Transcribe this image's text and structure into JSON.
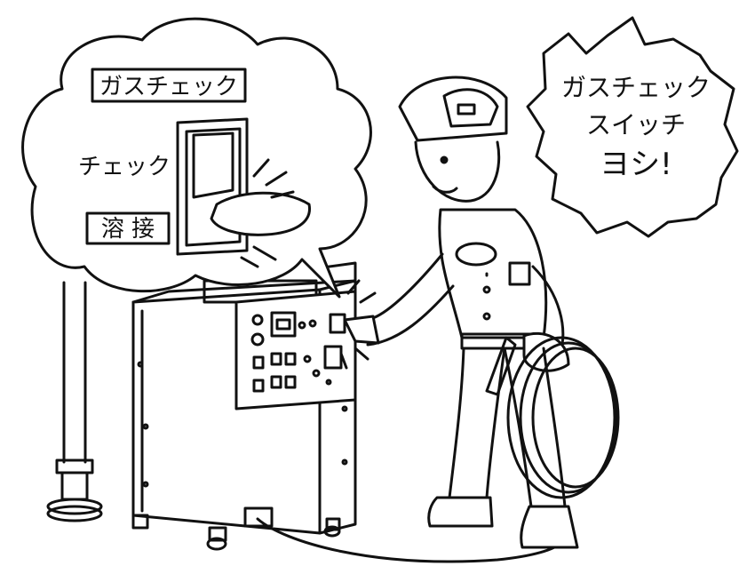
{
  "thought_bubble": {
    "label_top": "ガスチェック",
    "label_middle": "チェック",
    "label_bottom": "溶 接"
  },
  "speech_burst": {
    "line1": "ガスチェック",
    "line2": "スイッチ",
    "line3": "ヨシ!"
  },
  "colors": {
    "ink": "#111111",
    "paper": "#ffffff"
  }
}
